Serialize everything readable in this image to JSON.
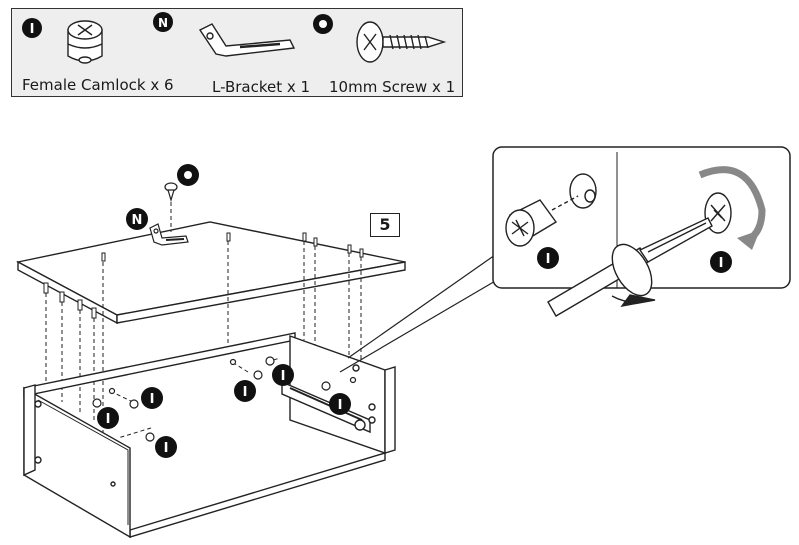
{
  "parts": [
    {
      "letter": "I",
      "label": "Female Camlock x 6",
      "icon": "camlock-icon"
    },
    {
      "letter": "N",
      "label": "L-Bracket x 1",
      "icon": "l-bracket-icon"
    },
    {
      "letter": "O",
      "label": "10mm Screw x 1",
      "icon": "screw-icon"
    }
  ],
  "step": {
    "number": "5"
  },
  "callouts": {
    "camlock": "I",
    "bracket": "N",
    "screw": "O"
  },
  "colors": {
    "panel": "#ffffff",
    "stroke": "#222222",
    "parts_bg": "#eeeeee",
    "rotation_arrow": "#888888"
  }
}
